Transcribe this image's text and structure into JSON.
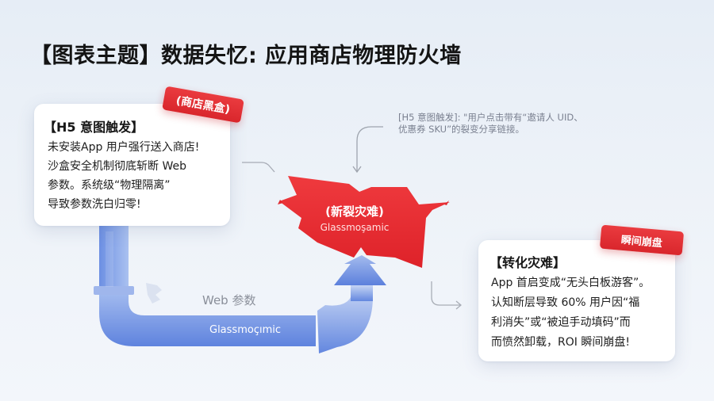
{
  "title": "【图表主题】数据失忆: 应用商店物理防火墙",
  "left_card": {
    "tag": "(商店黑盒)",
    "heading": "【H5 意图触发】",
    "lines": [
      "未安装App 用户强行送入商店!",
      "沙盒安全机制彻底斩断 Web",
      "参数。系统级“物理隔离”",
      "导致参数洗白归零!"
    ]
  },
  "annotation": {
    "lines": [
      "[H5 意图触发]: \"用户点击带有“邀请人 UID、",
      "优惠券 SKU”的裂变分享链接。"
    ]
  },
  "burst": {
    "label": "(新裂灾难)",
    "sub": "Glassmoşamic"
  },
  "pipe": {
    "label": "Web 参数",
    "sub": "Glassmoçımic"
  },
  "right_card": {
    "tag": "瞬间崩盘",
    "heading": "【转化灾难】",
    "lines": [
      "App 首启变成“无头白板游客”。",
      "认知断层导致 60% 用户因“福",
      "利消失”或“被迫手动填码”而",
      "而愤然卸载，ROI 瞬间崩盘!"
    ]
  },
  "colors": {
    "accent_red": "#e02a30",
    "pipe_blue": "#6b8fe0",
    "background": "#edf2f8"
  }
}
